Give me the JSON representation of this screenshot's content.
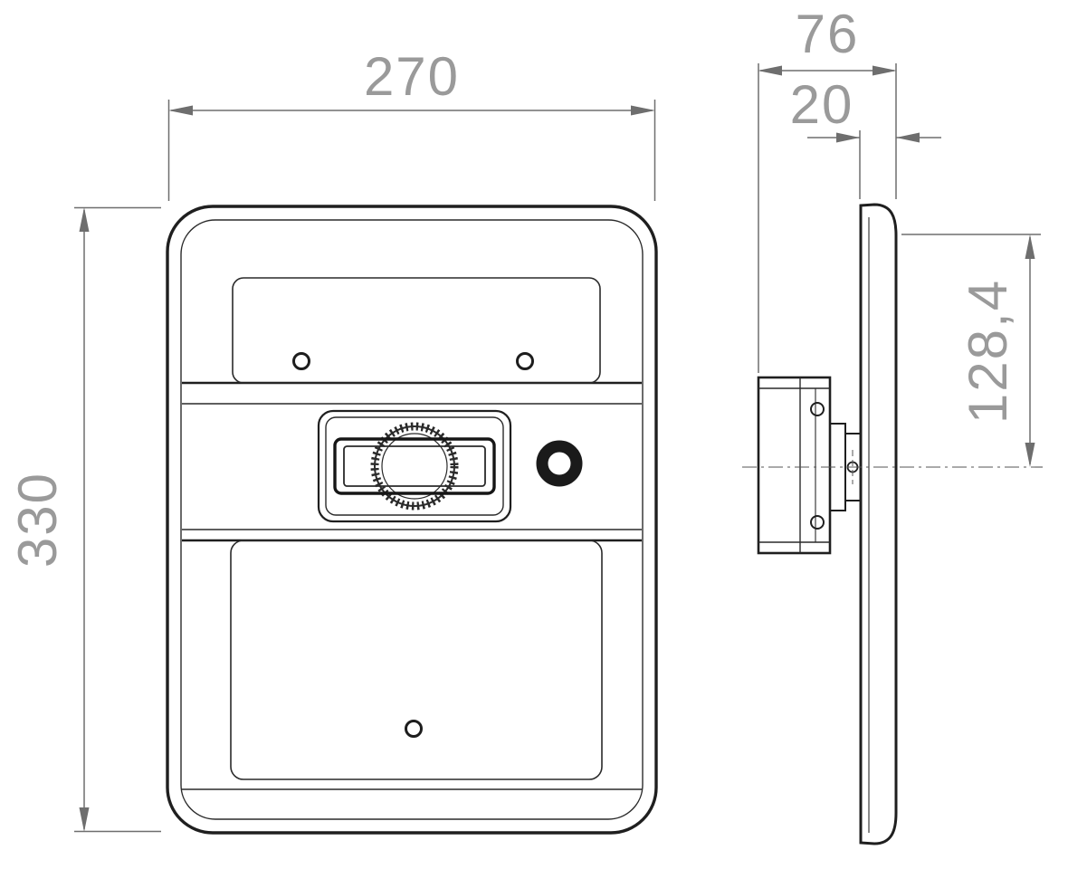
{
  "dimensions": {
    "front_width": "270",
    "front_height": "330",
    "side_depth_total": "76",
    "side_depth_panel": "20",
    "side_height_mount": "128,4"
  },
  "colors": {
    "outline": "#1f1f1f",
    "dimension_line": "#6e6e6e",
    "dimension_text": "#9a9a9a",
    "background": "#ffffff"
  }
}
